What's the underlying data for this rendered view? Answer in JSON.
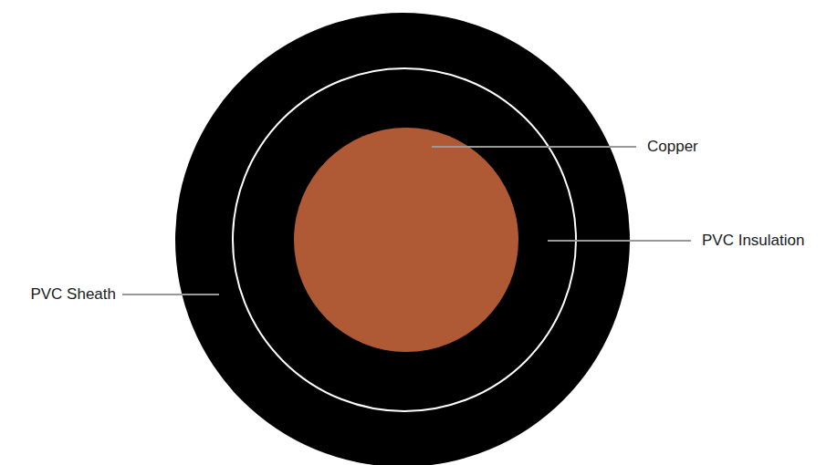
{
  "diagram": {
    "labels": [
      "Copper",
      "PVC Insulation",
      "PVC Sheath"
    ]
  }
}
